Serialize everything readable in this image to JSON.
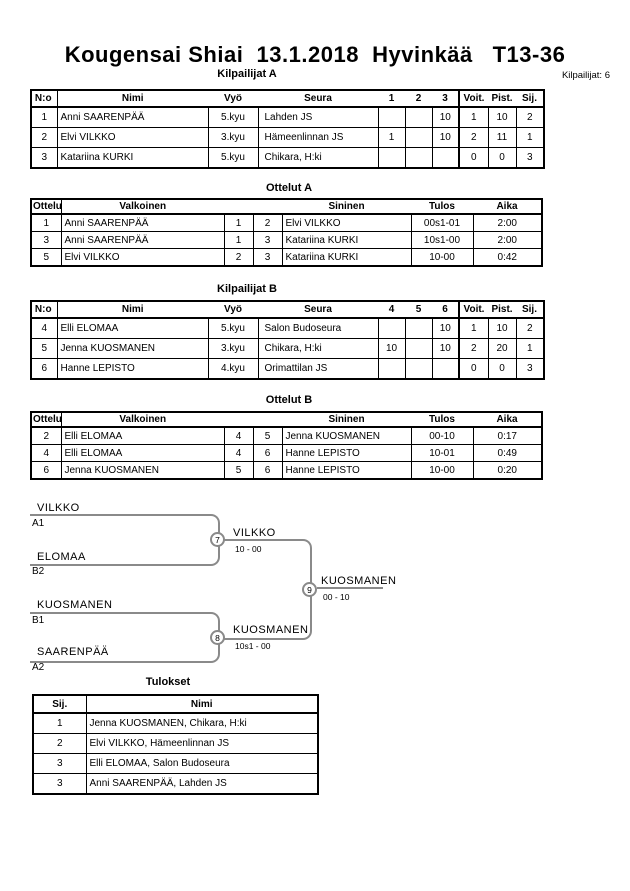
{
  "page": {
    "title": "Kougensai Shiai  13.1.2018  Hyvinkää   T13-36",
    "participants_note": "Kilpailijat: 6"
  },
  "colors": {
    "page_background": "#ffffff",
    "text": "#000000",
    "table_border": "#000000",
    "bracket_line": "#8a8a8a"
  },
  "competitors_a": {
    "title": "Kilpailijat A",
    "headers": [
      "N:o",
      "Nimi",
      "Vyö",
      "Seura",
      "1",
      "2",
      "3",
      "Voit.",
      "Pist.",
      "Sij."
    ],
    "rows": [
      [
        "1",
        "Anni SAARENPÄÄ",
        "5.kyu",
        "Lahden JS",
        "",
        "",
        "10",
        "1",
        "10",
        "2"
      ],
      [
        "2",
        "Elvi VILKKO",
        "3.kyu",
        "Hämeenlinnan JS",
        "1",
        "",
        "10",
        "2",
        "11",
        "1"
      ],
      [
        "3",
        "Katariina KURKI",
        "5.kyu",
        "Chikara, H:ki",
        "",
        "",
        "",
        "0",
        "0",
        "3"
      ]
    ]
  },
  "matches_a": {
    "title": "Ottelut A",
    "headers": [
      "Ottelu",
      "Valkoinen",
      "Sininen",
      "Tulos",
      "Aika"
    ],
    "rows": [
      [
        "1",
        "Anni SAARENPÄÄ",
        "1",
        "2",
        "Elvi VILKKO",
        "00s1-01",
        "2:00"
      ],
      [
        "3",
        "Anni SAARENPÄÄ",
        "1",
        "3",
        "Katariina KURKI",
        "10s1-00",
        "2:00"
      ],
      [
        "5",
        "Elvi VILKKO",
        "2",
        "3",
        "Katariina KURKI",
        "10-00",
        "0:42"
      ]
    ]
  },
  "competitors_b": {
    "title": "Kilpailijat B",
    "headers": [
      "N:o",
      "Nimi",
      "Vyö",
      "Seura",
      "4",
      "5",
      "6",
      "Voit.",
      "Pist.",
      "Sij."
    ],
    "rows": [
      [
        "4",
        "Elli ELOMAA",
        "5.kyu",
        "Salon Budoseura",
        "",
        "",
        "10",
        "1",
        "10",
        "2"
      ],
      [
        "5",
        "Jenna KUOSMANEN",
        "3.kyu",
        "Chikara, H:ki",
        "10",
        "",
        "10",
        "2",
        "20",
        "1"
      ],
      [
        "6",
        "Hanne LEPISTO",
        "4.kyu",
        "Orimattilan JS",
        "",
        "",
        "",
        "0",
        "0",
        "3"
      ]
    ]
  },
  "matches_b": {
    "title": "Ottelut B",
    "headers": [
      "Ottelu",
      "Valkoinen",
      "Sininen",
      "Tulos",
      "Aika"
    ],
    "rows": [
      [
        "2",
        "Elli ELOMAA",
        "4",
        "5",
        "Jenna KUOSMANEN",
        "00-10",
        "0:17"
      ],
      [
        "4",
        "Elli ELOMAA",
        "4",
        "6",
        "Hanne LEPISTO",
        "10-01",
        "0:49"
      ],
      [
        "6",
        "Jenna KUOSMANEN",
        "5",
        "6",
        "Hanne LEPISTO",
        "10-00",
        "0:20"
      ]
    ]
  },
  "bracket": {
    "match7": {
      "number": "7",
      "top": {
        "name": "VILKKO",
        "seed": "A1"
      },
      "bottom": {
        "name": "ELOMAA",
        "seed": "B2"
      },
      "winner": "VILKKO",
      "score": "10 - 00"
    },
    "match8": {
      "number": "8",
      "top": {
        "name": "KUOSMANEN",
        "seed": "B1"
      },
      "bottom": {
        "name": "SAARENPÄÄ",
        "seed": "A2"
      },
      "winner": "KUOSMANEN",
      "score": "10s1 - 00"
    },
    "match9": {
      "number": "9",
      "winner": "KUOSMANEN",
      "score": "00 - 10"
    }
  },
  "results": {
    "title": "Tulokset",
    "headers": [
      "Sij.",
      "Nimi"
    ],
    "rows": [
      [
        "1",
        "Jenna KUOSMANEN, Chikara, H:ki"
      ],
      [
        "2",
        "Elvi VILKKO, Hämeenlinnan JS"
      ],
      [
        "3",
        "Elli ELOMAA, Salon Budoseura"
      ],
      [
        "3",
        "Anni SAARENPÄÄ, Lahden JS"
      ]
    ]
  }
}
